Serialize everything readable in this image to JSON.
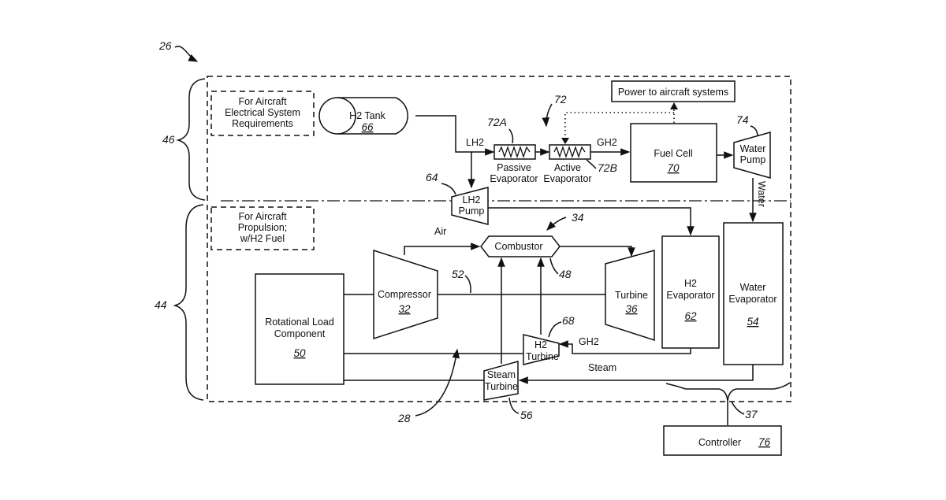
{
  "figure": {
    "ref_26": "26",
    "ref_46": "46",
    "ref_44": "44",
    "ref_28": "28",
    "ref_37": "37"
  },
  "electrical": {
    "label": [
      "For Aircraft",
      "Electrical System",
      "Requirements"
    ]
  },
  "propulsion": {
    "label": [
      "For Aircraft",
      "Propulsion;",
      "w/H2 Fuel"
    ]
  },
  "h2_tank": {
    "label": "H2 Tank",
    "num": "66"
  },
  "lh2_label": "LH2",
  "passive_evaporator": {
    "label": [
      "Passive",
      "Evaporator"
    ],
    "ref": "72A"
  },
  "active_evaporator": {
    "label": [
      "Active",
      "Evaporator"
    ],
    "ref": "72B"
  },
  "evaporators_ref": "72",
  "gh2_top_label": "GH2",
  "power_box": {
    "label": "Power to aircraft systems"
  },
  "fuel_cell": {
    "label": "Fuel Cell",
    "num": "70"
  },
  "water_pump": {
    "label": [
      "Water",
      "Pump"
    ],
    "ref": "74"
  },
  "water_label": "Water",
  "lh2_pump": {
    "label": [
      "LH2",
      "Pump"
    ],
    "ref": "64"
  },
  "combustor": {
    "label": "Combustor",
    "ref_34": "34",
    "ref_48": "48"
  },
  "air_label": "Air",
  "compressor": {
    "label": "Compressor",
    "num": "32"
  },
  "turbine": {
    "label": "Turbine",
    "num": "36"
  },
  "shaft_ref": "52",
  "rotational_load": {
    "label": [
      "Rotational Load",
      "Component"
    ],
    "num": "50"
  },
  "h2_evaporator": {
    "label": [
      "H2",
      "Evaporator"
    ],
    "num": "62"
  },
  "water_evaporator": {
    "label": [
      "Water",
      "Evaporator"
    ],
    "num": "54"
  },
  "h2_turbine": {
    "label": [
      "H2",
      "Turbine"
    ],
    "ref": "68"
  },
  "gh2_bottom_label": "GH2",
  "steam_label": "Steam",
  "steam_turbine": {
    "label": [
      "Steam",
      "Turbine"
    ],
    "ref": "56"
  },
  "controller": {
    "label": "Controller",
    "num": "76"
  }
}
